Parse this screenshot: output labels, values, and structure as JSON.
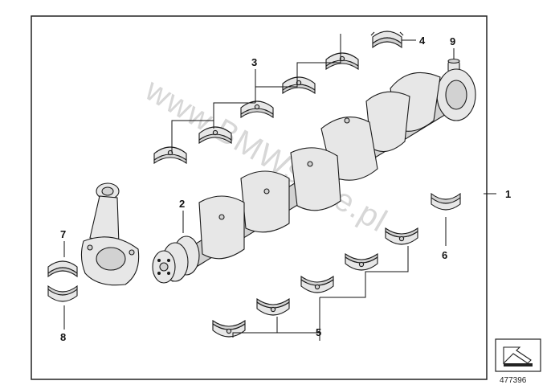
{
  "callouts": {
    "c1": "1",
    "c2": "2",
    "c3": "3",
    "c4": "4",
    "c5": "5",
    "c6": "6",
    "c7": "7",
    "c8": "8",
    "c9": "9"
  },
  "watermark": "www.BMWstore.pl",
  "diagram_number": "477396",
  "icons": {
    "corner": "direction-arrow-icon"
  }
}
